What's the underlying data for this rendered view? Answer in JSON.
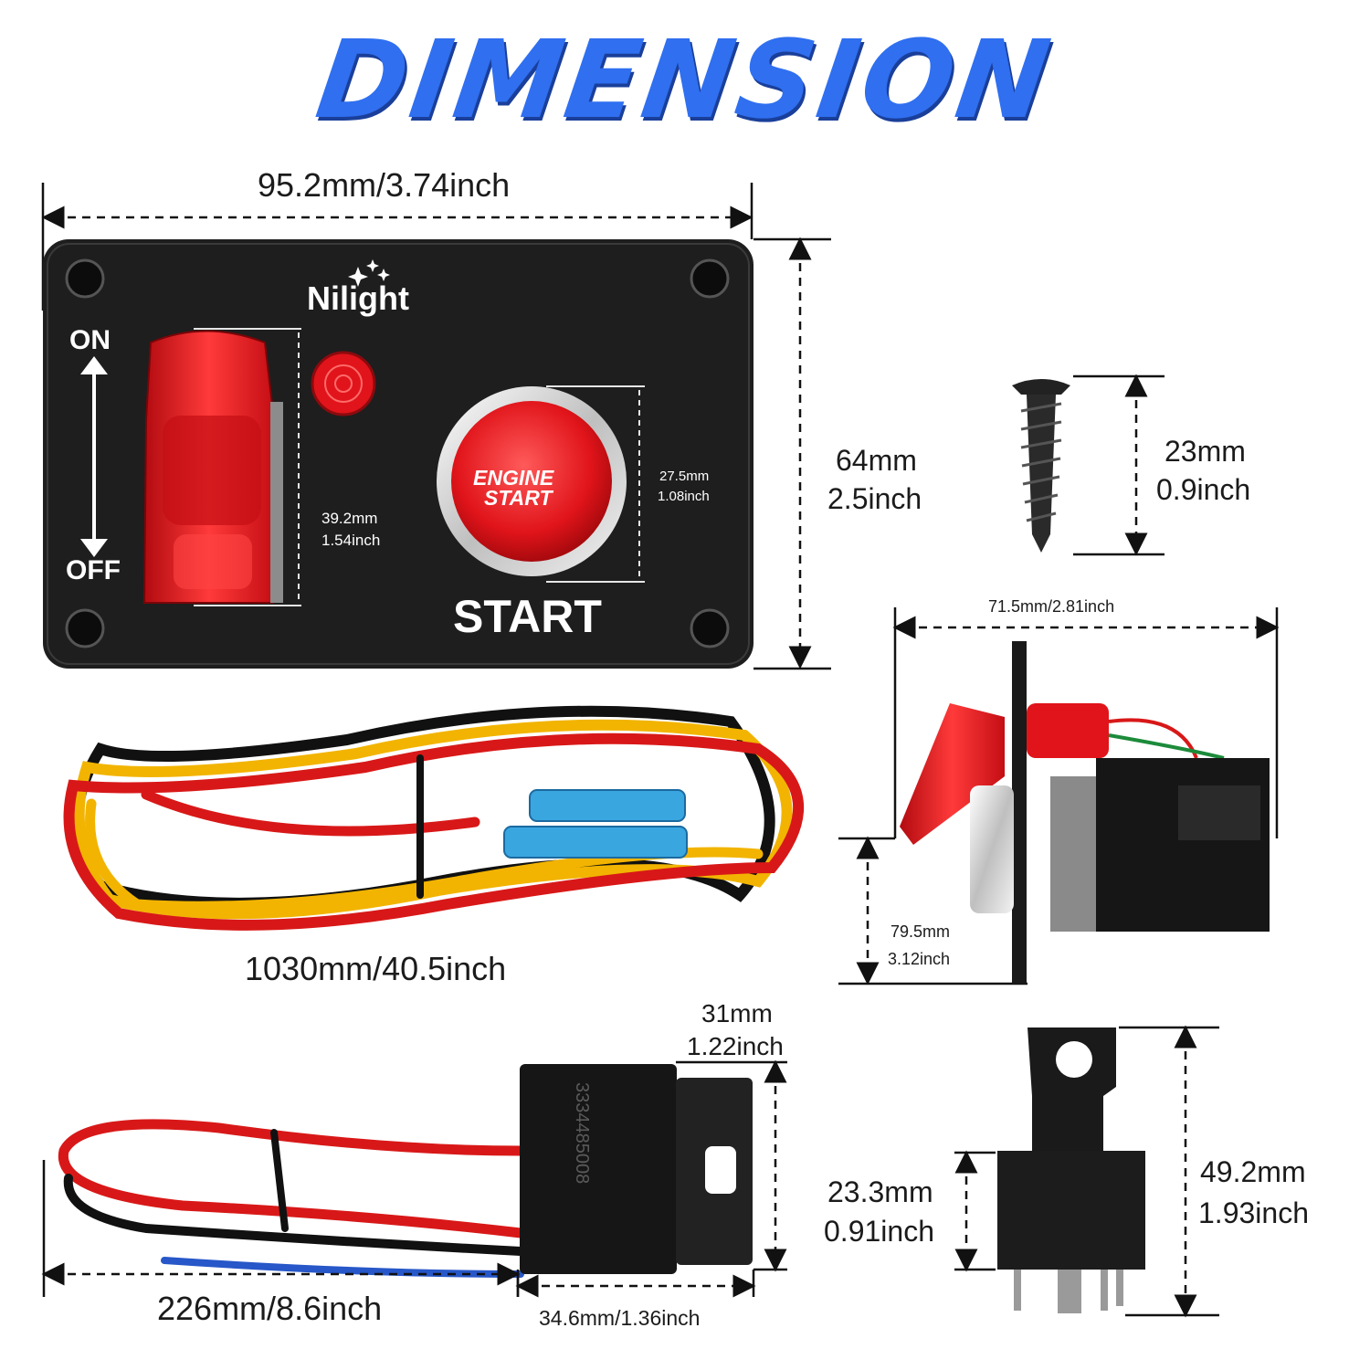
{
  "title": "DIMENSION",
  "panel": {
    "brand": "Nilight",
    "on_label": "ON",
    "off_label": "OFF",
    "start_label": "START",
    "button_line1": "ENGINE",
    "button_line2": "START",
    "width": "95.2mm/3.74inch",
    "height_mm": "64mm",
    "height_in": "2.5inch",
    "toggle_mm": "39.2mm",
    "toggle_in": "1.54inch",
    "button_mm": "27.5mm",
    "button_in": "1.08inch"
  },
  "screw": {
    "mm": "23mm",
    "in": "0.9inch"
  },
  "side_view": {
    "width": "71.5mm/2.81inch",
    "depth_mm": "79.5mm",
    "depth_in": "3.12inch"
  },
  "harness": {
    "length": "1030mm/40.5inch"
  },
  "relay_socket": {
    "height_mm": "31mm",
    "height_in": "1.22inch",
    "wire_length": "226mm/8.6inch",
    "width": "34.6mm/1.36inch",
    "part_no": "3334485008"
  },
  "relay": {
    "body_mm": "23.3mm",
    "body_in": "0.91inch",
    "total_mm": "49.2mm",
    "total_in": "1.93inch"
  },
  "colors": {
    "title_blue": "#2f6ff0",
    "panel_black": "#1e1e1e",
    "switch_red": "#e0141a",
    "wire_yellow": "#f2b400",
    "wire_red": "#d81818"
  }
}
